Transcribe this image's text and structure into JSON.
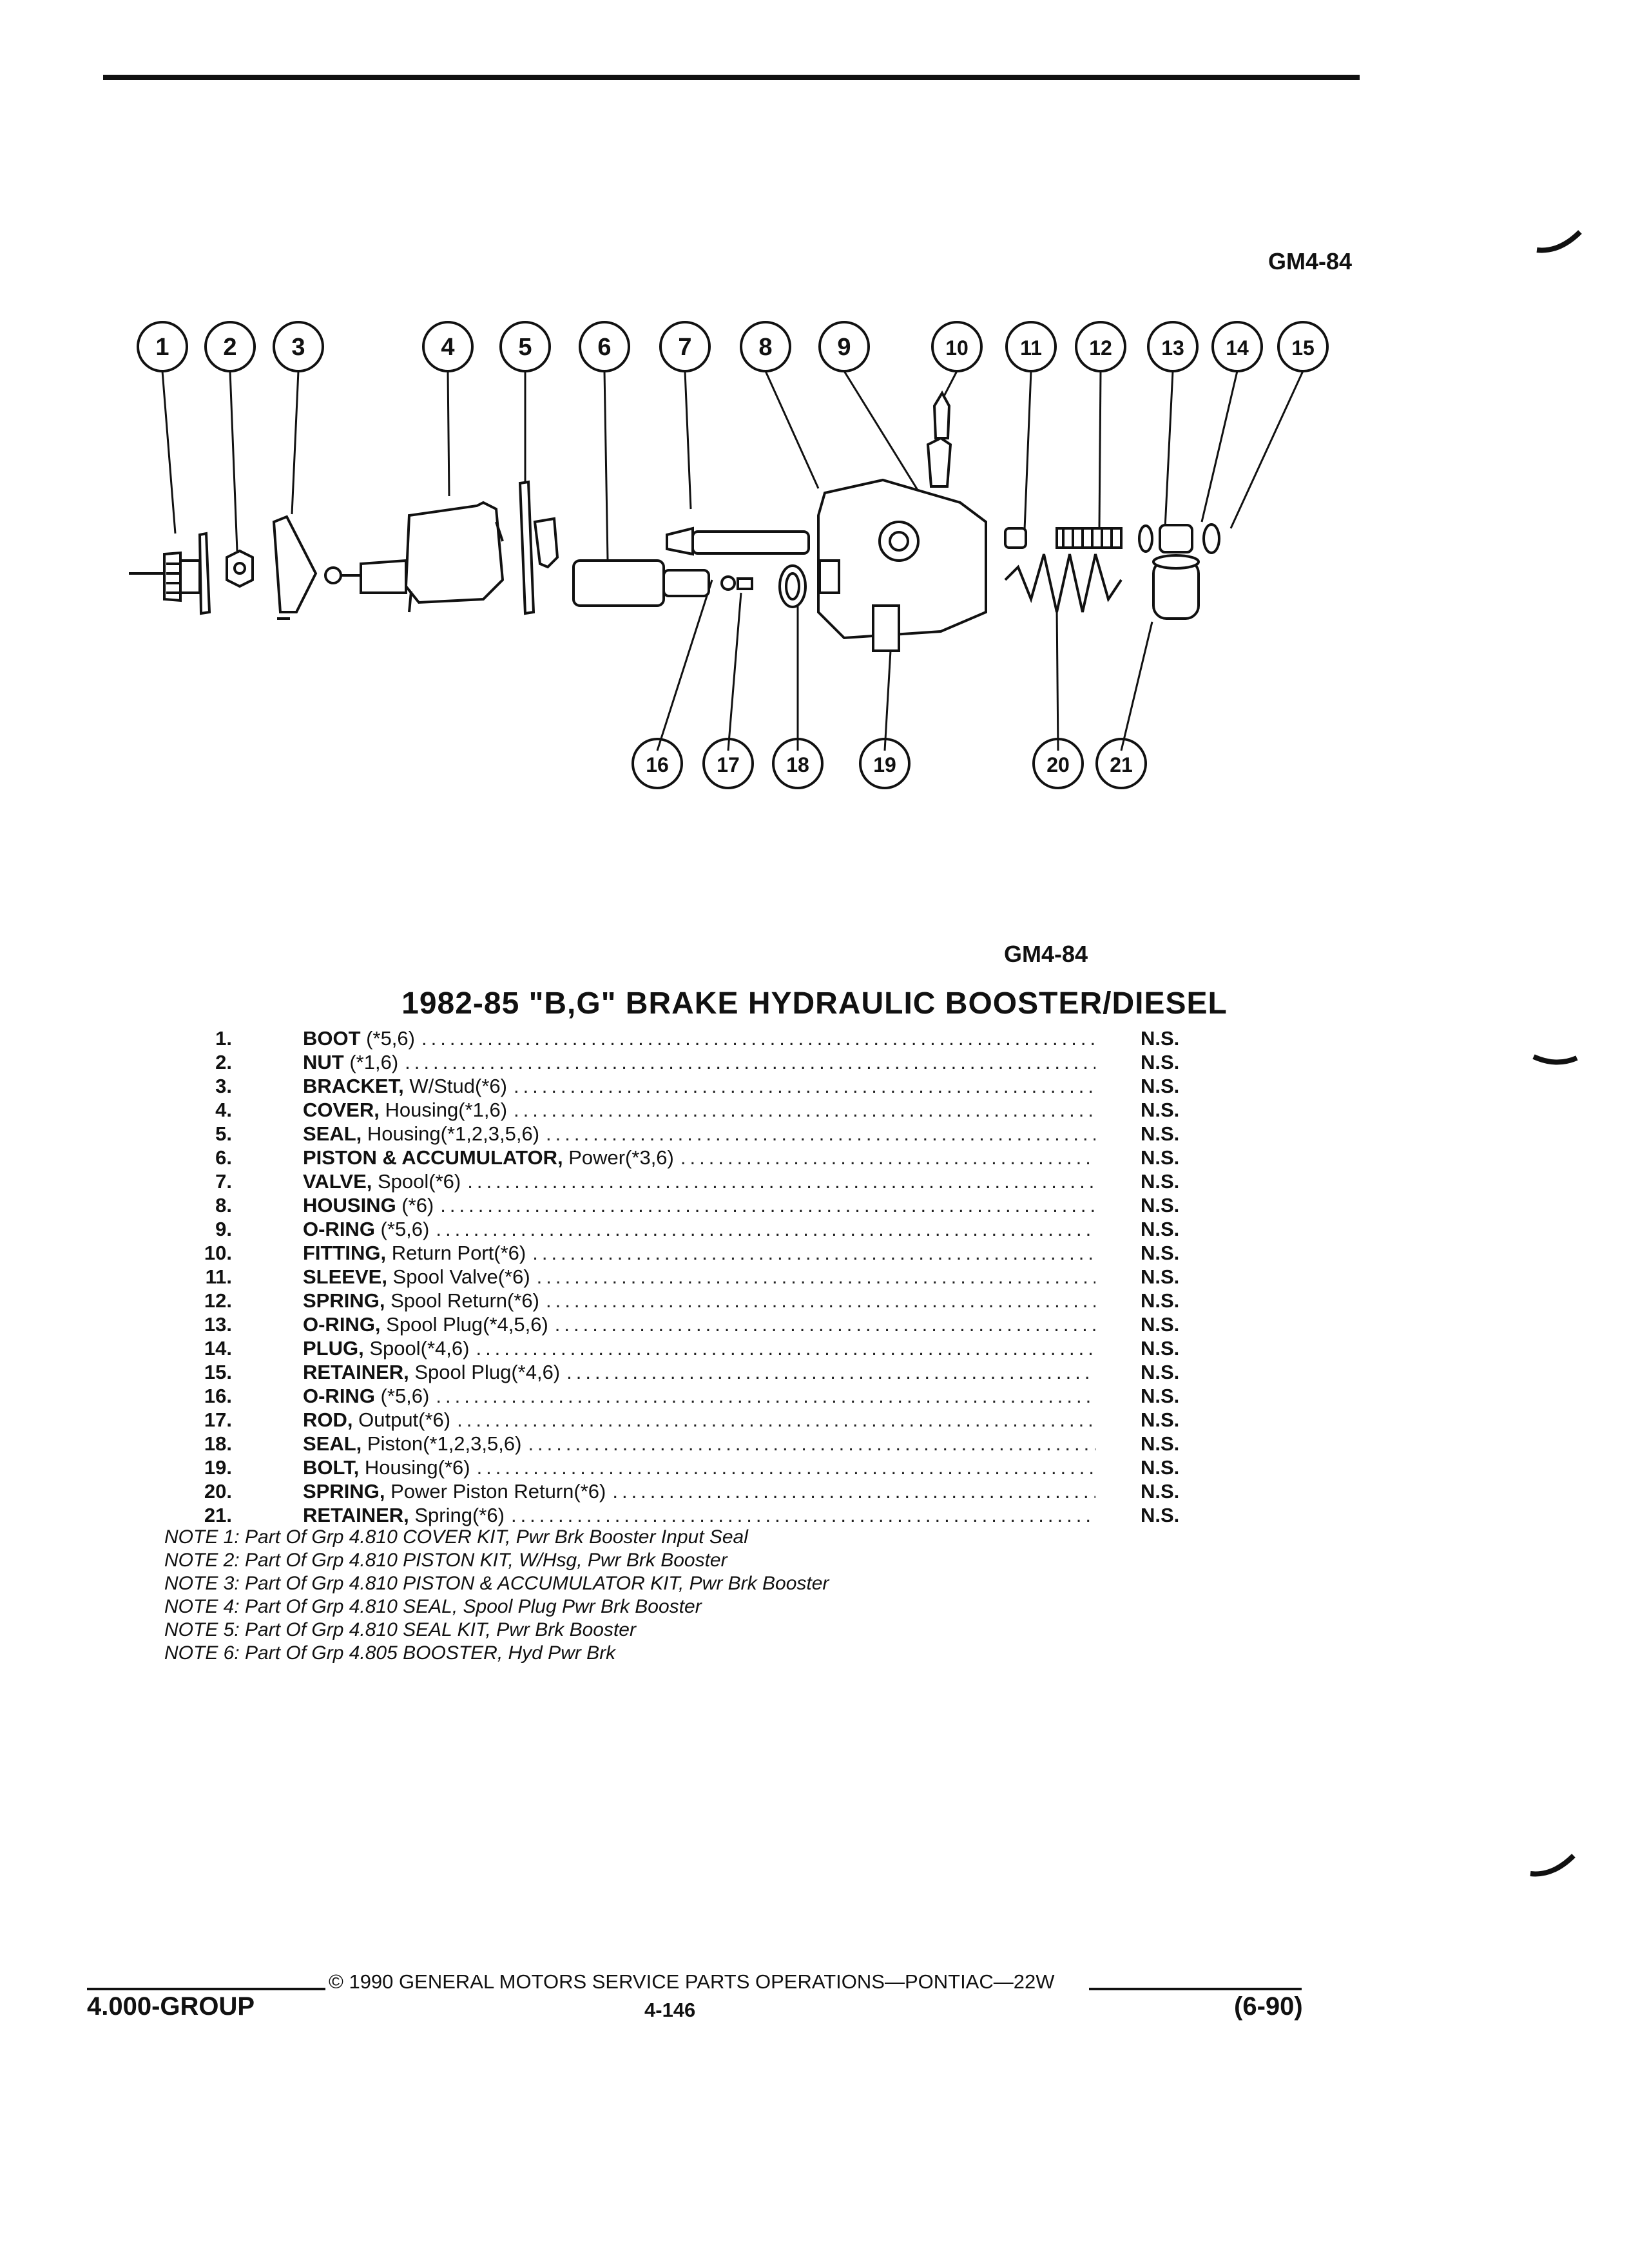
{
  "figure_code_top": "GM4-84",
  "figure_code_bottom": "GM4-84",
  "title": "1982-85 \"B,G\" BRAKE HYDRAULIC BOOSTER/DIESEL",
  "callouts_top": [
    "1",
    "2",
    "3",
    "4",
    "5",
    "6",
    "7",
    "8",
    "9",
    "10",
    "11",
    "12",
    "13",
    "14",
    "15"
  ],
  "callouts_bottom": [
    "16",
    "17",
    "18",
    "19",
    "20",
    "21"
  ],
  "parts": [
    {
      "num": "1.",
      "name": "BOOT",
      "desc": " (*5,6)",
      "ns": "N.S."
    },
    {
      "num": "2.",
      "name": "NUT",
      "desc": " (*1,6)",
      "ns": "N.S."
    },
    {
      "num": "3.",
      "name": "BRACKET,",
      "desc": " W/Stud(*6)",
      "ns": "N.S."
    },
    {
      "num": "4.",
      "name": "COVER,",
      "desc": " Housing(*1,6)",
      "ns": "N.S."
    },
    {
      "num": "5.",
      "name": "SEAL,",
      "desc": " Housing(*1,2,3,5,6)",
      "ns": "N.S."
    },
    {
      "num": "6.",
      "name": "PISTON & ACCUMULATOR,",
      "desc": " Power(*3,6)",
      "ns": "N.S."
    },
    {
      "num": "7.",
      "name": "VALVE,",
      "desc": " Spool(*6)",
      "ns": "N.S."
    },
    {
      "num": "8.",
      "name": "HOUSING",
      "desc": " (*6)",
      "ns": "N.S."
    },
    {
      "num": "9.",
      "name": "O-RING",
      "desc": " (*5,6)",
      "ns": "N.S."
    },
    {
      "num": "10.",
      "name": "FITTING,",
      "desc": " Return Port(*6)",
      "ns": "N.S."
    },
    {
      "num": "11.",
      "name": "SLEEVE,",
      "desc": " Spool Valve(*6)",
      "ns": "N.S."
    },
    {
      "num": "12.",
      "name": "SPRING,",
      "desc": " Spool Return(*6)",
      "ns": "N.S."
    },
    {
      "num": "13.",
      "name": "O-RING,",
      "desc": " Spool Plug(*4,5,6)",
      "ns": "N.S."
    },
    {
      "num": "14.",
      "name": "PLUG,",
      "desc": " Spool(*4,6)",
      "ns": "N.S."
    },
    {
      "num": "15.",
      "name": "RETAINER,",
      "desc": " Spool Plug(*4,6)",
      "ns": "N.S."
    },
    {
      "num": "16.",
      "name": "O-RING",
      "desc": " (*5,6)",
      "ns": "N.S."
    },
    {
      "num": "17.",
      "name": "ROD,",
      "desc": " Output(*6)",
      "ns": "N.S."
    },
    {
      "num": "18.",
      "name": "SEAL,",
      "desc": " Piston(*1,2,3,5,6)",
      "ns": "N.S."
    },
    {
      "num": "19.",
      "name": "BOLT,",
      "desc": " Housing(*6)",
      "ns": "N.S."
    },
    {
      "num": "20.",
      "name": "SPRING,",
      "desc": " Power Piston Return(*6)",
      "ns": "N.S."
    },
    {
      "num": "21.",
      "name": "RETAINER,",
      "desc": " Spring(*6)",
      "ns": "N.S."
    }
  ],
  "notes": [
    "NOTE 1: Part Of Grp 4.810 COVER KIT, Pwr Brk Booster Input Seal",
    "NOTE 2: Part Of Grp 4.810 PISTON KIT, W/Hsg, Pwr Brk Booster",
    "NOTE 3: Part Of Grp 4.810 PISTON & ACCUMULATOR KIT, Pwr Brk Booster",
    "NOTE 4: Part Of Grp 4.810 SEAL, Spool Plug Pwr Brk Booster",
    "NOTE 5: Part Of Grp 4.810 SEAL KIT, Pwr Brk Booster",
    "NOTE 6: Part Of Grp 4.805 BOOSTER, Hyd Pwr Brk"
  ],
  "footer": {
    "copyright": "© 1990 GENERAL MOTORS SERVICE PARTS OPERATIONS—PONTIAC—22W",
    "group": "4.000-GROUP",
    "page": "4-146",
    "date": "(6-90)"
  }
}
